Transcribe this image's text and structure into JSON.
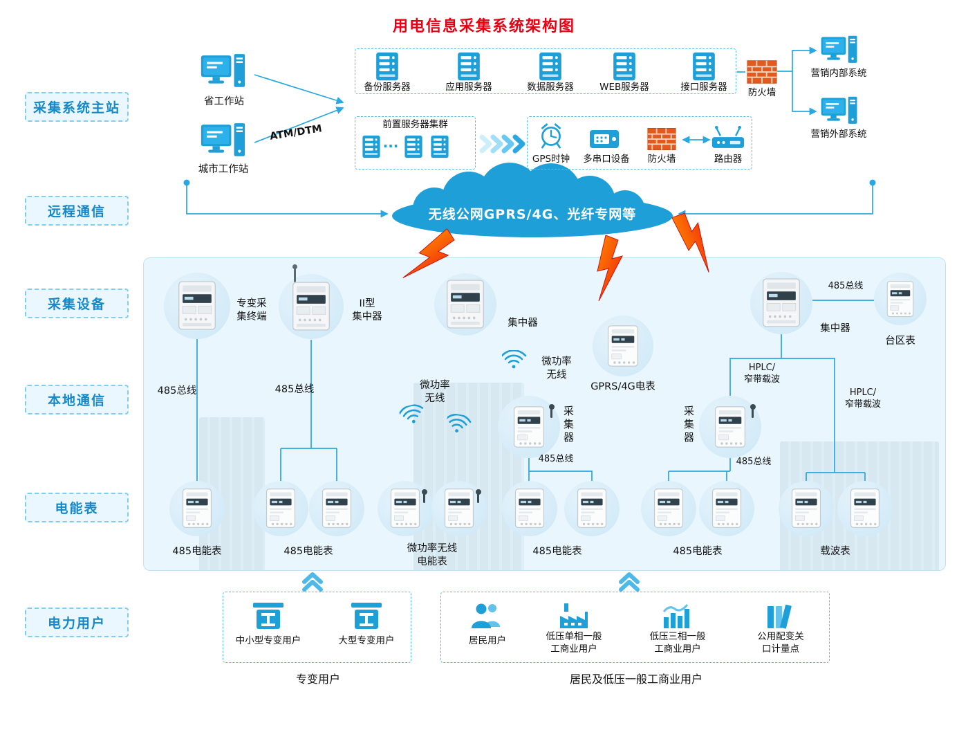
{
  "title": "用电信息采集系统架构图",
  "side_labels": {
    "master": "采集系统主站",
    "remote": "远程通信",
    "devices": "采集设备",
    "local": "本地通信",
    "meters": "电能表",
    "users": "电力用户"
  },
  "master": {
    "province_ws": "省工作站",
    "city_ws": "城市工作站",
    "link_label": "ATM/DTM",
    "servers": [
      {
        "label": "备份服务器"
      },
      {
        "label": "应用服务器"
      },
      {
        "label": "数据服务器"
      },
      {
        "label": "WEB服务器"
      },
      {
        "label": "接口服务器"
      }
    ],
    "firewall": "防火墙",
    "marketing_internal": "营销内部系统",
    "marketing_external": "营销外部系统",
    "front_cluster_title": "前置服务器集群",
    "front_cluster_ellipsis": "···",
    "gps_clock": "GPS时钟",
    "serial_device": "多串口设备",
    "firewall2": "防火墙",
    "router": "路由器"
  },
  "remote": {
    "cloud_text": "无线公网GPRS/4G、光纤专网等"
  },
  "collect": {
    "transformer_terminal": "专变采\n集终端",
    "concentrator_ii": "II型\n集中器",
    "concentrator_mid": "集中器",
    "gprs_meter": "GPRS/4G电表",
    "concentrator_right": "集中器",
    "station_area_meter": "台区表",
    "bus485_station": "485总线"
  },
  "local": {
    "bus485_left": "485总线",
    "bus485_second": "485总线",
    "micro_power_wireless_1": "微功率\n无线",
    "micro_power_wireless_2": "微功率\n无线",
    "collector_left": "采集器",
    "collector_right": "采集器",
    "bus485_collector_left": "485总线",
    "bus485_collector_right": "485总线",
    "hplc_left": "HPLC/\n窄带载波",
    "hplc_right": "HPLC/\n窄带载波"
  },
  "meters": {
    "m485_single": "485电能表",
    "m485_pair": "485电能表",
    "micro_wireless": "微功率无线\n电能表",
    "m485_collector": "485电能表",
    "m485_collector2": "485电能表",
    "carrier": "载波表"
  },
  "users": {
    "small_medium_transformer": "中小型专变用户",
    "large_transformer": "大型专变用户",
    "transformer_group": "专变用户",
    "resident": "居民用户",
    "lv_single_phase": "低压单相一般\n工商业用户",
    "lv_three_phase": "低压三相一般\n工商业用户",
    "public_gateway": "公用配变关\n口计量点",
    "resident_group": "居民及低压一般工商业用户"
  },
  "colors": {
    "accent": "#1e9fd8",
    "line": "#2aa7e0",
    "title_red": "#e60012",
    "lightning": "#ef1c0c",
    "firewall_brick": "#e35a1f",
    "cloud": "#1e9fd8"
  },
  "icons": {
    "workstation-icon": "monitor-with-tower",
    "server-icon": "server-rack",
    "firewall-icon": "brick-wall",
    "router-icon": "box-with-antennas",
    "gps-clock-icon": "alarm-clock",
    "serial-device-icon": "port-box",
    "cloud-icon": "cloud-shape",
    "lightning-icon": "bolt",
    "wifi-icon": "signal-arcs",
    "meter-icon": "electric-meter",
    "concentrator-icon": "concentrator-device",
    "people-icon": "two-persons",
    "factory-icon": "factory",
    "chart-icon": "bar-chart",
    "books-icon": "ledger-books",
    "transformer-user-icon": "transformer-cabinet"
  }
}
